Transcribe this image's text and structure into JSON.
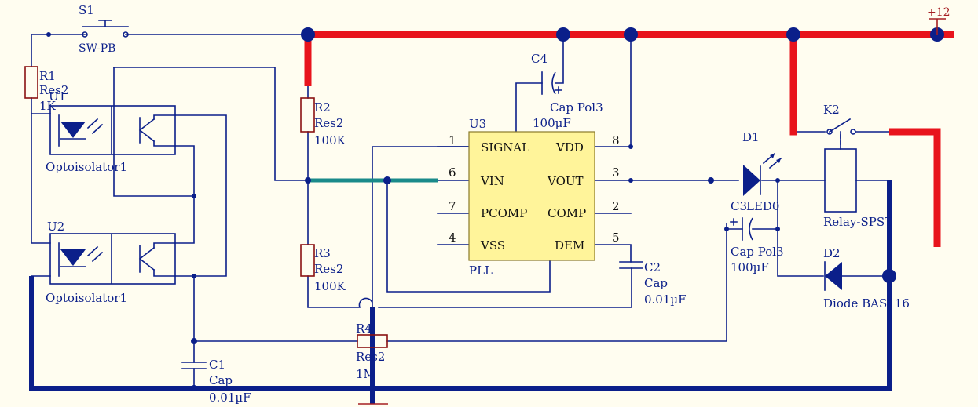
{
  "power": {
    "label": "+12"
  },
  "switch_s1": {
    "designator": "S1",
    "type": "SW-PB"
  },
  "r1": {
    "designator": "R1",
    "type": "Res2",
    "value": "1K"
  },
  "u1": {
    "designator": "U1",
    "type": "Optoisolator1"
  },
  "u2": {
    "designator": "U2",
    "type": "Optoisolator1"
  },
  "r2": {
    "designator": "R2",
    "type": "Res2",
    "value": "100K"
  },
  "r3": {
    "designator": "R3",
    "type": "Res2",
    "value": "100K"
  },
  "r4": {
    "designator": "R4",
    "type": "Res2",
    "value": "1M"
  },
  "c1": {
    "designator": "C1",
    "type": "Cap",
    "value": "0.01µF"
  },
  "c2": {
    "designator": "C2",
    "type": "Cap",
    "value": "0.01µF"
  },
  "c3": {
    "designator": "C3",
    "type": "Cap Pol3",
    "value": "100µF"
  },
  "c4": {
    "designator": "C4",
    "type": "Cap Pol3",
    "value": "100µF"
  },
  "u3": {
    "designator": "U3",
    "type": "PLL",
    "left_pins": [
      {
        "num": "1",
        "name": "SIGNAL"
      },
      {
        "num": "6",
        "name": "VIN"
      },
      {
        "num": "7",
        "name": "PCOMP"
      },
      {
        "num": "4",
        "name": "VSS"
      }
    ],
    "right_pins": [
      {
        "num": "8",
        "name": "VDD"
      },
      {
        "num": "3",
        "name": "VOUT"
      },
      {
        "num": "2",
        "name": "COMP"
      },
      {
        "num": "5",
        "name": "DEM"
      }
    ]
  },
  "d1": {
    "designator": "D1",
    "type": "LED0"
  },
  "d2": {
    "designator": "D2",
    "type": "Diode BAS116"
  },
  "k2": {
    "designator": "K2",
    "type": "Relay-SPST"
  },
  "colors": {
    "wire": "#0b1f8a",
    "power_net": "#e8141c",
    "signal_net": "#1a8a8a",
    "chip_fill": "#fff49a",
    "background": "#fffdf0"
  }
}
